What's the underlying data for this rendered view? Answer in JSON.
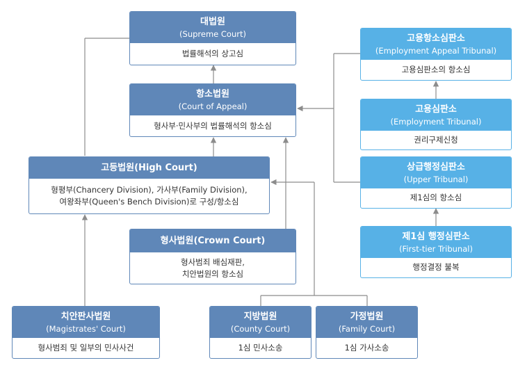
{
  "colors": {
    "dark": "#5f87b8",
    "light": "#57b1e6",
    "line": "#8c8c8c"
  },
  "supreme": {
    "title": "대법원",
    "sub": "(Supreme Court)",
    "desc": "법률해석의 상고심"
  },
  "appeal": {
    "title": "항소법원",
    "sub": "(Court of Appeal)",
    "desc": "형사부·민사부의 법률해석의 항소심"
  },
  "high": {
    "title": "고등법원(High Court)",
    "desc1": "형평부(Chancery Division), 가사부(Family Division),",
    "desc2": "여왕좌부(Queen's Bench Division)로 구성/항소심"
  },
  "crown": {
    "title": "형사법원(Crown Court)",
    "desc1": "형사범죄 배심재판,",
    "desc2": "치안법원의 항소심"
  },
  "magistrates": {
    "title": "치안판사법원",
    "sub": "(Magistrates' Court)",
    "desc": "형사범죄 및 일부의 민사사건"
  },
  "county": {
    "title": "지방법원",
    "sub": "(County Court)",
    "desc": "1심 민사소송"
  },
  "family": {
    "title": "가정법원",
    "sub": "(Family Court)",
    "desc": "1심 가사소송"
  },
  "eat": {
    "title": "고용항소심판소",
    "sub": "(Employment Appeal Tribunal)",
    "desc": "고용심판소의 항소심"
  },
  "et": {
    "title": "고용심판소",
    "sub": "(Employment Tribunal)",
    "desc": "권리구제신청"
  },
  "ut": {
    "title": "상급행정심판소",
    "sub": "(Upper Tribunal)",
    "desc": "제1심의 항소심"
  },
  "ftt": {
    "title": "제1심 행정심판소",
    "sub": "(First-tier Tribunal)",
    "desc": "행정결정 불복"
  }
}
